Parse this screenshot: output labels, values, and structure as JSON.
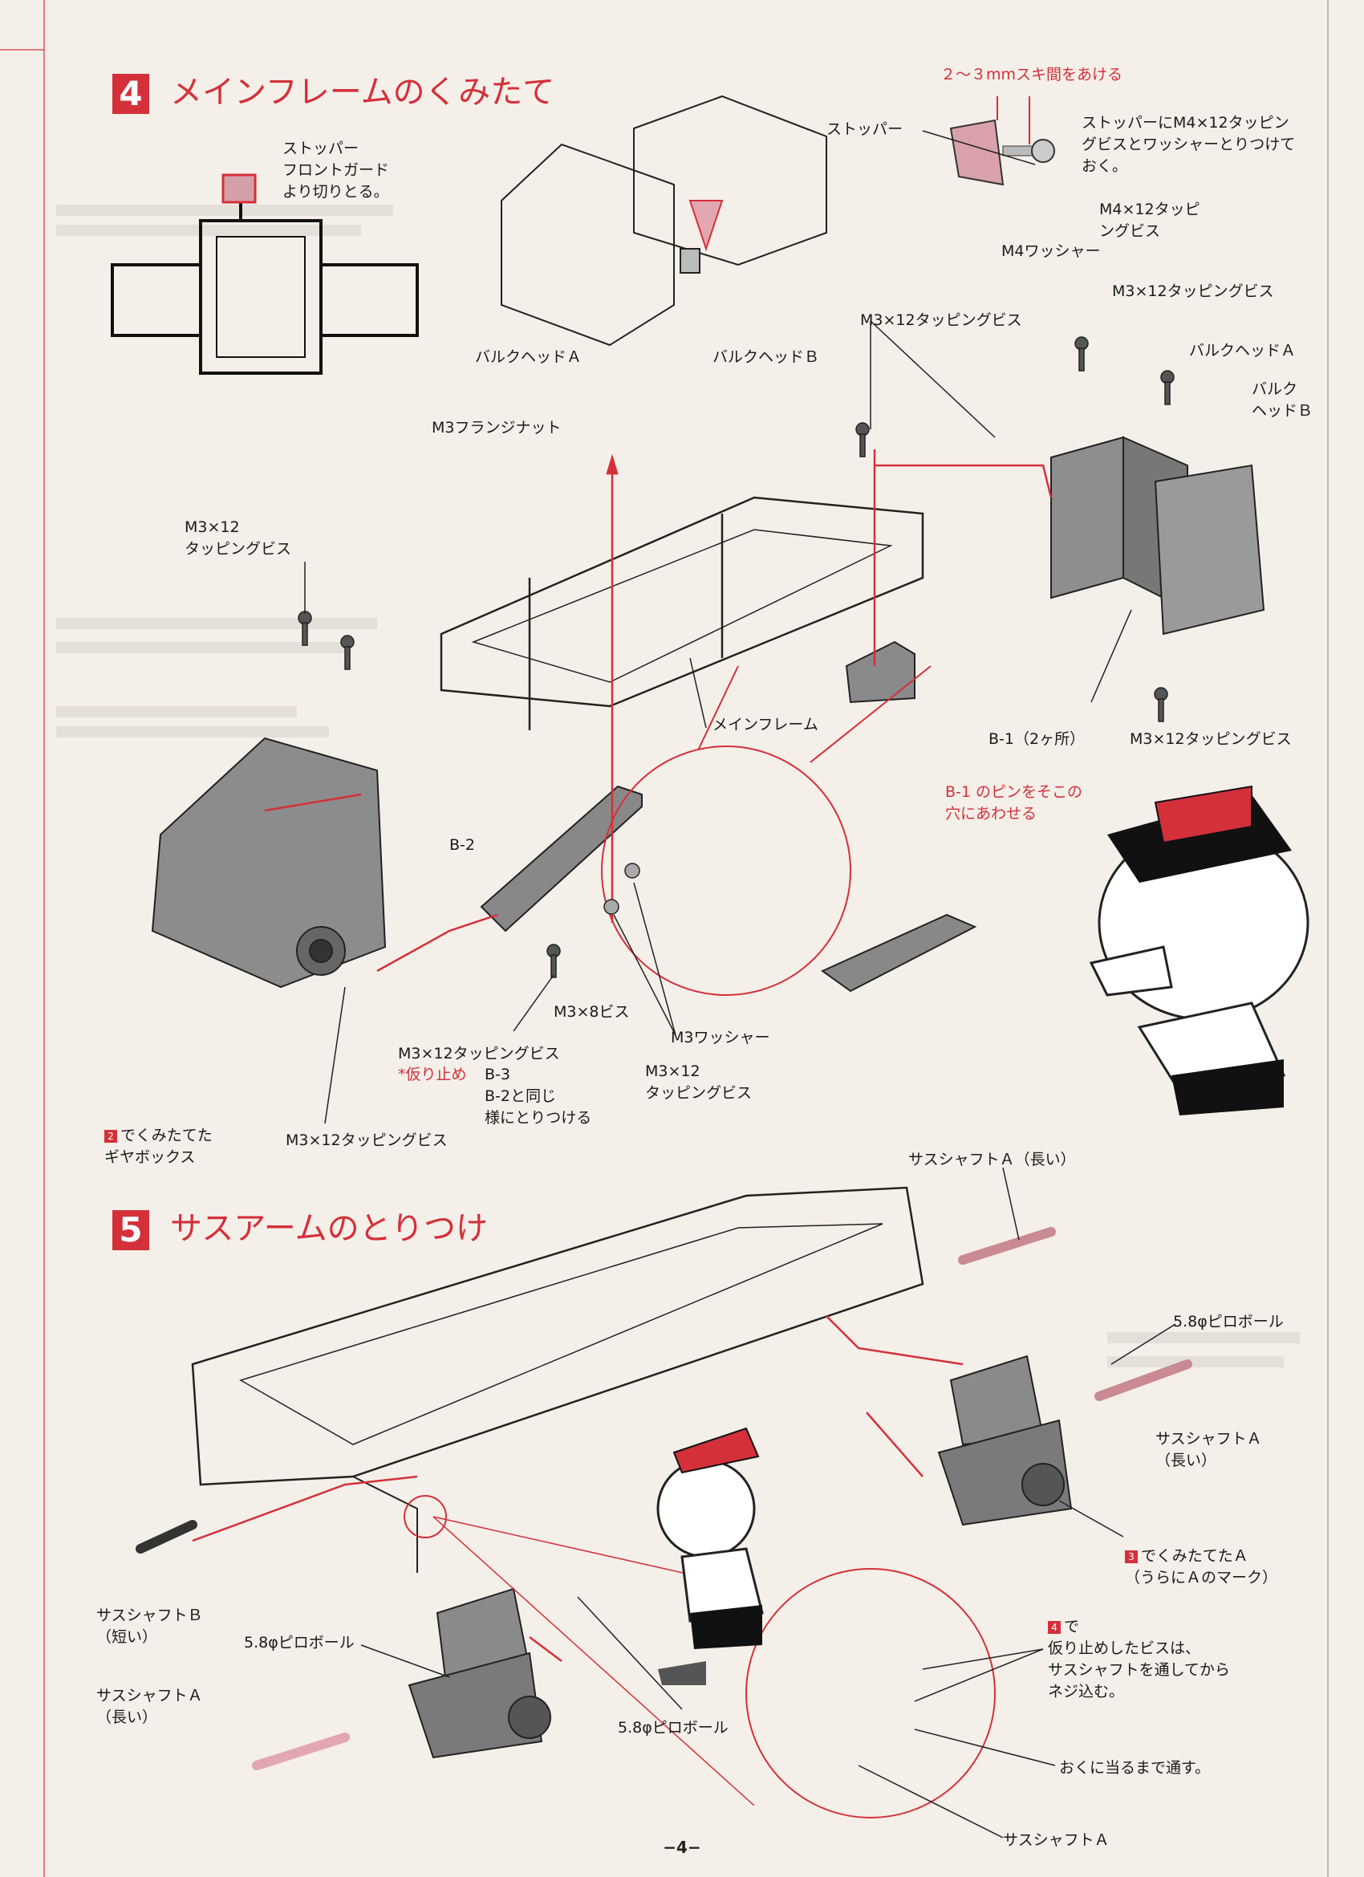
{
  "section4": {
    "number": "4",
    "title": "メインフレームのくみたて",
    "labels": {
      "front_guard": "ストッパー\nフロントガード\nより切りとる。",
      "bulkhead_a_1": "バルクヘッドＡ",
      "bulkhead_b_1": "バルクヘッドＢ",
      "stopper": "ストッパー",
      "gap": "２〜３mmスキ間をあける",
      "stopper_note": "ストッパーにM4×12タッピン\nグビスとワッシャーとりつけて\nおく。",
      "m4_screw": "M4×12タッピ\nングビス",
      "m4_washer": "M4ワッシャー",
      "m3_screw_top_right": "M3×12タッピングビス",
      "m3_screw_top_mid": "M3×12タッピングビス",
      "bulkhead_a_2": "バルクヘッドＡ",
      "bulkhead_b_2": "バルク\nヘッドＢ",
      "flange_nut": "M3フランジナット",
      "m3_screw_left": "M3×12\nタッピングビス",
      "main_frame": "メインフレーム",
      "b1": "B-1（2ヶ所）",
      "m3_screw_right_bottom": "M3×12タッピングビス",
      "b1_pin": "B-1 のピンをそこの\n穴にあわせる",
      "b2": "B-2",
      "m3x8": "M3×8ビス",
      "m3_washer": "M3ワッシャー",
      "m3_screw_center": "M3×12タッピングビス",
      "temp_fix": "*仮り止め",
      "b3": "B-3\nB-2と同じ\n様にとりつける",
      "m3_screw_center2": "M3×12\nタッピングビス",
      "gearbox_num": "2",
      "gearbox": "でくみたてた\nギヤボックス",
      "m3_screw_bottom": "M3×12タッピングビス"
    }
  },
  "section5": {
    "number": "5",
    "title": "サスアームのとりつけ",
    "labels": {
      "sus_shaft_a_long_top": "サスシャフトＡ（長い）",
      "pillow_ball_right": "5.8φピロボール",
      "sus_shaft_a_right": "サスシャフトＡ\n（長い）",
      "assembly_a_num": "3",
      "assembly_a": "でくみたてたＡ\n（うらにＡのマーク）",
      "step4_num": "4",
      "step4_note": "で\n仮り止めしたビスは、\nサスシャフトを通してから\nネジ込む。",
      "sus_shaft_b": "サスシャフトＢ\n（短い）",
      "pillow_ball_left": "5.8φピロボール",
      "pillow_ball_mid": "5.8φピロボール",
      "sus_shaft_a_left": "サスシャフトＡ\n（長い）",
      "through": "おくに当るまで通す。",
      "sus_shaft_a_bottom": "サスシャフトＡ"
    }
  },
  "page_number": "−4−",
  "colors": {
    "accent": "#d4303a",
    "ink": "#1a1a1a",
    "paper": "#f4efe8"
  }
}
